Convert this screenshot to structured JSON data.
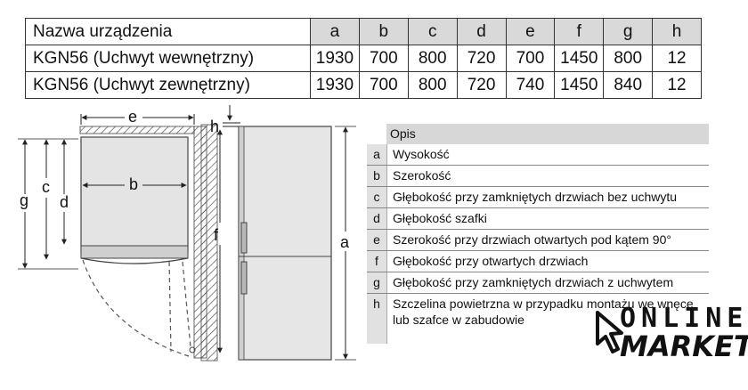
{
  "table": {
    "header": [
      "Nazwa urządzenia",
      "a",
      "b",
      "c",
      "d",
      "e",
      "f",
      "g",
      "h"
    ],
    "rows": [
      [
        "KGN56 (Uchwyt wewnętrzny)",
        "1930",
        "700",
        "800",
        "720",
        "700",
        "1450",
        "800",
        "12"
      ],
      [
        "KGN56 (Uchwyt zewnętrzny)",
        "1930",
        "700",
        "800",
        "720",
        "740",
        "1450",
        "840",
        "12"
      ]
    ]
  },
  "legend": {
    "title": "Opis",
    "items": [
      {
        "key": "a",
        "text": "Wysokość"
      },
      {
        "key": "b",
        "text": "Szerokość"
      },
      {
        "key": "c",
        "text": "Głębokość przy zamkniętych drzwiach bez uchwytu"
      },
      {
        "key": "d",
        "text": "Głębokość szafki"
      },
      {
        "key": "e",
        "text": "Szerokość przy drzwiach otwartych pod kątem 90°"
      },
      {
        "key": "f",
        "text": "Głębokość przy otwartych drzwiach"
      },
      {
        "key": "g",
        "text": "Głębokość przy zamkniętych drzwiach z uchwytem"
      },
      {
        "key": "h",
        "text": "Szczelina powietrzna w przypadku montażu we wnęce lub szafce w zabudowie"
      }
    ]
  },
  "drawing": {
    "labels": {
      "e": "e",
      "b": "b",
      "c": "c",
      "d": "d",
      "g": "g",
      "h": "h",
      "f": "f",
      "a": "a"
    }
  },
  "logo": {
    "line1": "ONLINE",
    "line2": "MARKET"
  }
}
